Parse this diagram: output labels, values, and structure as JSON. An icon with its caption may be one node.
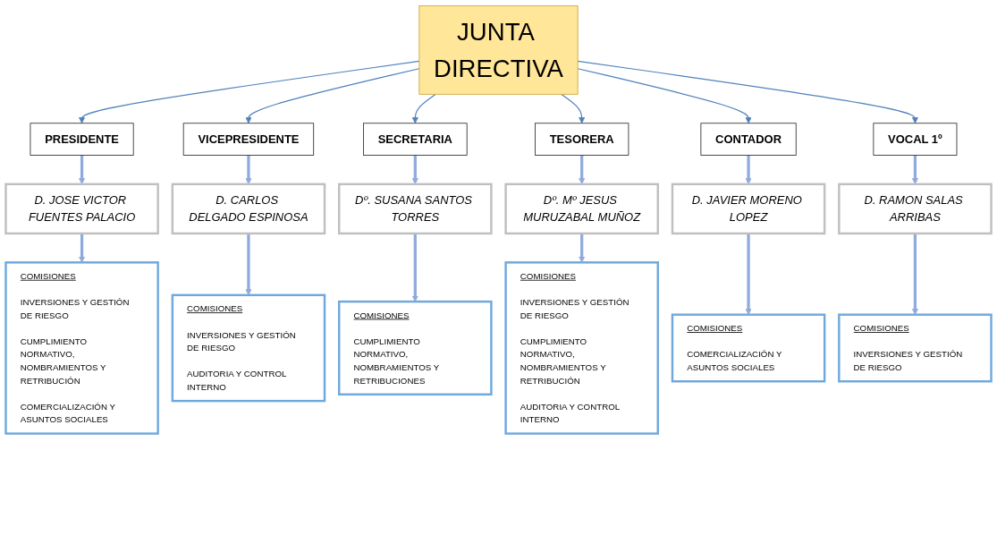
{
  "diagram": {
    "nodes": [
      {
        "text": [
          "JUNTA DIRECTIVA"
        ]
      },
      {
        "text": [
          "PRESIDENTE"
        ]
      },
      {
        "text": [
          "VICEPRESIDENTE"
        ]
      },
      {
        "text": [
          "SECRETARIA"
        ]
      },
      {
        "text": [
          "TESORERA"
        ]
      },
      {
        "text": [
          "CONTADOR"
        ]
      },
      {
        "text": [
          "VOCAL 1º"
        ]
      },
      {
        "text": [
          "D. JOSE VICTOR FUENTES PALACIO"
        ]
      },
      {
        "text": [
          "D. CARLOS DELGADO ESPINOSA"
        ]
      },
      {
        "text": [
          "Dº. SUSANA SANTOS TORRES"
        ]
      },
      {
        "text": [
          "Dº. Mº JESUS MURUZABAL MUÑOZ"
        ]
      },
      {
        "text": [
          "D. JAVIER MORENO LOPEZ"
        ]
      },
      {
        "text": [
          "D. RAMON SALAS ARRIBAS"
        ]
      },
      {
        "text": [
          "COMISIONES",
          "INVERSIONES Y GESTIÓN DE RIESGO",
          "CUMPLIMIENTO NORMATIVO, NOMBRAMIENTOS Y RETRIBUCIÓN",
          "COMERCIALIZACIÓN Y ASUNTOS SOCIALES"
        ]
      },
      {
        "text": [
          "COMISIONES",
          "INVERSIONES Y GESTIÓN DE RIESGO",
          "AUDITORIA Y CONTROL INTERNO"
        ]
      },
      {
        "text": [
          "COMISIONES",
          "CUMPLIMIENTO NORMATIVO, NOMBRAMIENTOS Y RETRIBUCIONES"
        ]
      },
      {
        "text": [
          "COMISIONES",
          "INVERSIONES Y GESTIÓN DE RIESGO",
          "CUMPLIMIENTO NORMATIVO, NOMBRAMIENTOS Y RETRIBUCIÓN",
          "AUDITORIA Y CONTROL INTERNO"
        ]
      },
      {
        "text": [
          "COMISIONES",
          "COMERCIALIZACIÓN Y ASUNTOS SOCIALES"
        ]
      },
      {
        "text": [
          "COMISIONES",
          "INVERSIONES Y GESTIÓN DE RIESGO"
        ]
      }
    ],
    "edges": [
      {
        "from": 0,
        "to": 1,
        "arrow": "to",
        "color": "#4f81bd"
      },
      {
        "from": 0,
        "to": 2,
        "arrow": "to",
        "color": "#4f81bd"
      },
      {
        "from": 0,
        "to": 3,
        "arrow": "to",
        "color": "#4f81bd"
      },
      {
        "from": 0,
        "to": 4,
        "arrow": "to",
        "color": "#4f81bd"
      },
      {
        "from": 0,
        "to": 5,
        "arrow": "to",
        "color": "#4f81bd"
      },
      {
        "from": 0,
        "to": 6,
        "arrow": "to",
        "color": "#4f81bd"
      },
      {
        "from": 1,
        "to": 7,
        "arrow": "to"
      },
      {
        "from": 2,
        "to": 8,
        "arrow": "to"
      },
      {
        "from": 3,
        "to": 9,
        "arrow": "to"
      },
      {
        "from": 4,
        "to": 10,
        "arrow": "to"
      },
      {
        "from": 5,
        "to": 11,
        "arrow": "to"
      },
      {
        "from": 6,
        "to": 12,
        "arrow": "to"
      },
      {
        "from": 7,
        "to": 13,
        "arrow": "to"
      },
      {
        "from": 8,
        "to": 14,
        "arrow": "to"
      },
      {
        "from": 9,
        "to": 15,
        "arrow": "to"
      },
      {
        "from": 10,
        "to": 16,
        "arrow": "to"
      },
      {
        "from": 11,
        "to": 17,
        "arrow": "to"
      },
      {
        "from": 12,
        "to": 18,
        "arrow": "to"
      }
    ]
  }
}
